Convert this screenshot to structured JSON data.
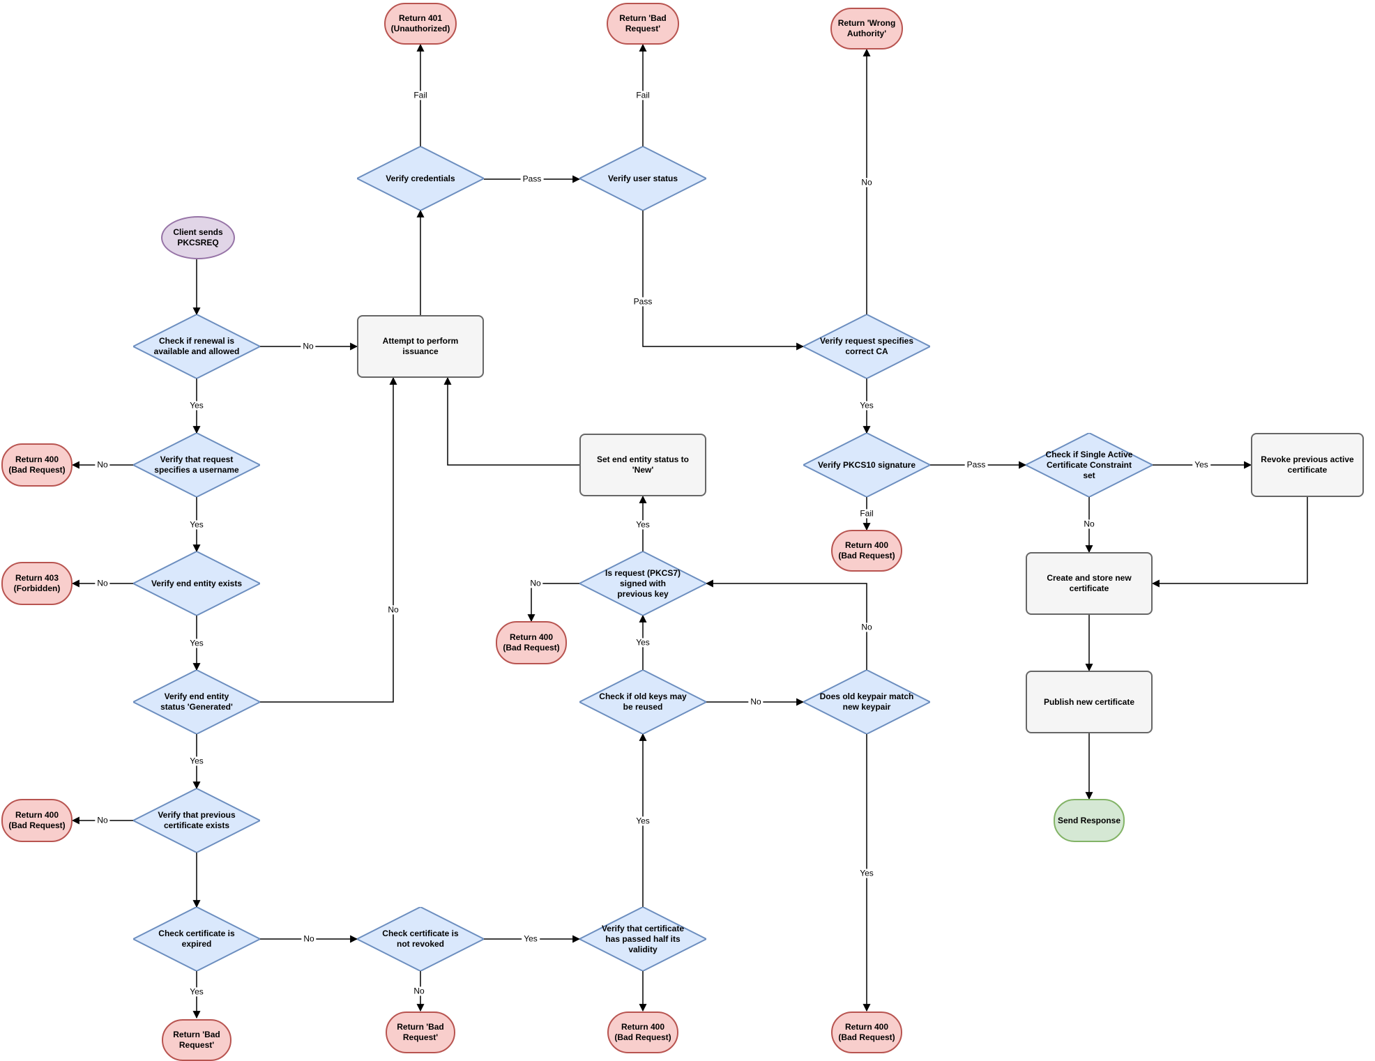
{
  "colors": {
    "decision_fill": "#dae8fc",
    "decision_stroke": "#6c8ebf",
    "terminal_fill": "#f8cecc",
    "terminal_stroke": "#b85450",
    "start_fill": "#e1d5e7",
    "start_stroke": "#9673a6",
    "process_fill": "#f5f5f5",
    "process_stroke": "#666666",
    "success_fill": "#d5e8d4",
    "success_stroke": "#82b366",
    "edge": "#000000"
  },
  "nodes": {
    "start_client": "Client sends\nPKCSREQ",
    "d_renewal": "Check if renewal is\navailable and allowed",
    "d_credentials": "Verify credentials",
    "d_userstatus": "Verify user status",
    "d_correctca": "Verify request specifies\ncorrect CA",
    "d_username": "Verify that request\nspecifies a username",
    "d_pkcs10": "Verify PKCS10 signature",
    "d_constraint": "Check if Single Active\nCertificate Constraint\nset",
    "d_entity": "Verify end entity exists",
    "d_pkcs7": "Is request (PKCS7)\nsigned with\nprevious key",
    "d_generated": "Verify end entity\nstatus 'Generated'",
    "d_oldkeys": "Check if old keys may\nbe reused",
    "d_keypair": "Does old keypair match\nnew keypair",
    "d_prevcert": "Verify that previous\ncertificate exists",
    "d_expired": "Check certificate is\nexpired",
    "d_revoked": "Check certificate is\nnot revoked",
    "d_validity": "Verify that certificate\nhas passed half its\nvalidity",
    "p_issuance": "Attempt to perform issuance",
    "p_setnew": "Set end entity status to 'New'",
    "p_revoke": "Revoke previous active\ncertificate",
    "p_create": "Create and store new\ncertificate",
    "p_publish": "Publish new certificate",
    "t_401": "Return 401\n(Unauthorized)",
    "t_badreq_top": "Return 'Bad\nRequest'",
    "t_wrongauth": "Return 'Wrong\nAuthority'",
    "t_400_username": "Return 400\n(Bad Request)",
    "t_403": "Return 403\n(Forbidden)",
    "t_400_pkcs10": "Return 400\n(Bad Request)",
    "t_400_pkcs7": "Return 400\n(Bad Request)",
    "t_400_prevcert": "Return 400\n(Bad Request)",
    "t_badreq_expired": "Return 'Bad\nRequest'",
    "t_badreq_revoked": "Return 'Bad\nRequest'",
    "t_400_validity": "Return 400\n(Bad Request)",
    "t_400_keypair": "Return 400\n(Bad Request)",
    "s_send": "Send Response"
  },
  "edge_labels": {
    "fail_credentials": "Fail",
    "pass_credentials": "Pass",
    "fail_userstatus": "Fail",
    "pass_userstatus": "Pass",
    "no_correctca": "No",
    "yes_correctca": "Yes",
    "no_renewal": "No",
    "yes_renewal": "Yes",
    "no_username": "No",
    "yes_username": "Yes",
    "no_entity": "No",
    "yes_entity": "Yes",
    "no_generated": "No",
    "yes_generated": "Yes",
    "fail_pkcs10": "Fail",
    "pass_pkcs10": "Pass",
    "yes_constraint": "Yes",
    "no_constraint": "No",
    "yes_pkcs7": "Yes",
    "no_pkcs7": "No",
    "yes_oldkeys": "Yes",
    "no_oldkeys": "No",
    "no_keypair": "No",
    "yes_keypair": "Yes",
    "no_prevcert": "No",
    "yes_expired": "Yes",
    "no_expired": "No",
    "no_revoked": "No",
    "yes_revoked": "Yes",
    "yes_validity": "Yes"
  }
}
